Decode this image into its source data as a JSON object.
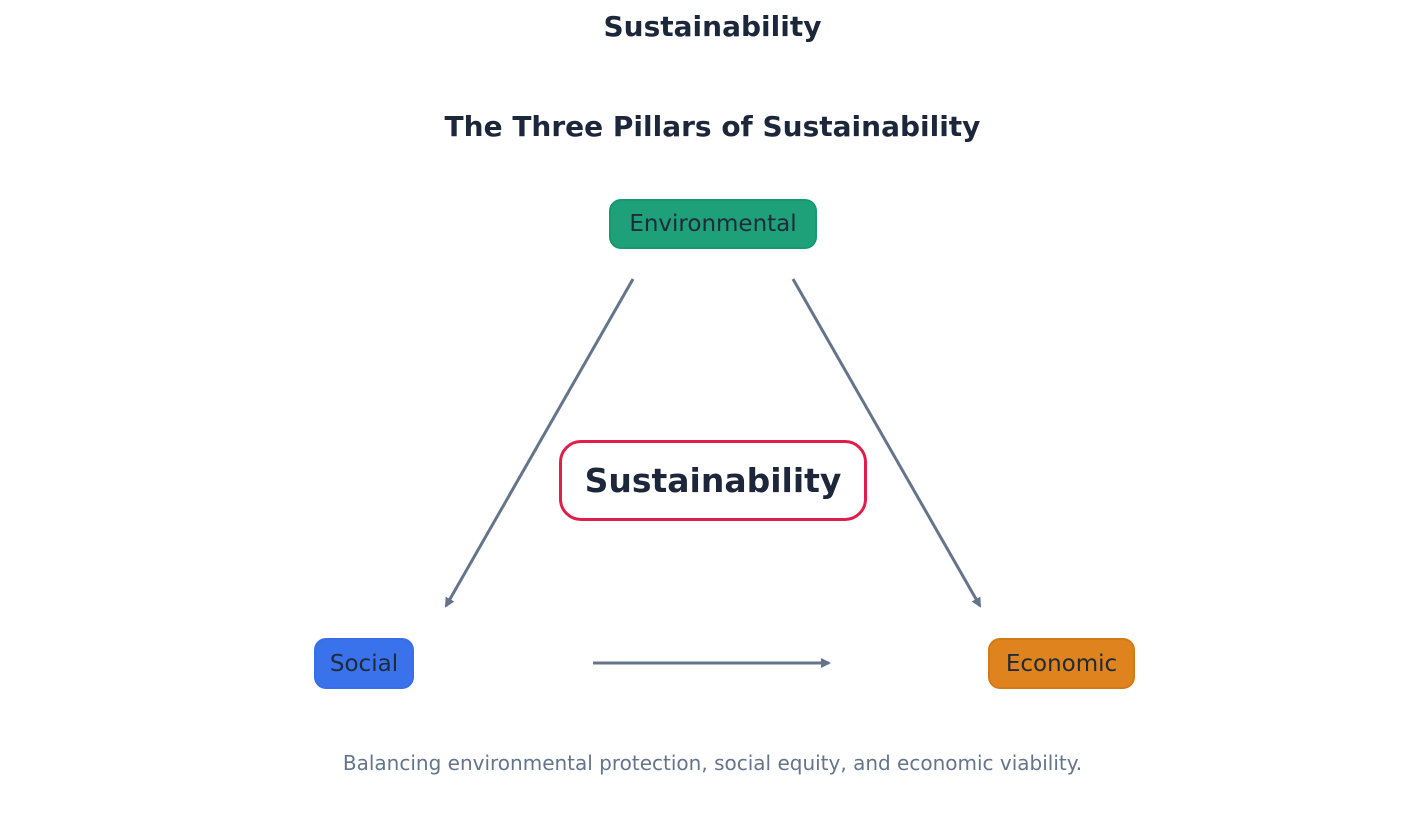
{
  "page": {
    "title": "Sustainability"
  },
  "diagram": {
    "title": "The Three Pillars of Sustainability",
    "center": {
      "label": "Sustainability",
      "border_color": "#df1e4b"
    },
    "nodes": [
      {
        "id": "environmental",
        "label": "Environmental",
        "color": "#1ea078"
      },
      {
        "id": "social",
        "label": "Social",
        "color": "#3a72ec"
      },
      {
        "id": "economic",
        "label": "Economic",
        "color": "#de831e"
      }
    ],
    "edges": [
      {
        "from": "environmental",
        "to": "social"
      },
      {
        "from": "environmental",
        "to": "economic"
      },
      {
        "from": "social",
        "to": "economic"
      }
    ],
    "edge_color": "#64748b",
    "caption": "Balancing environmental protection, social equity, and economic viability."
  }
}
